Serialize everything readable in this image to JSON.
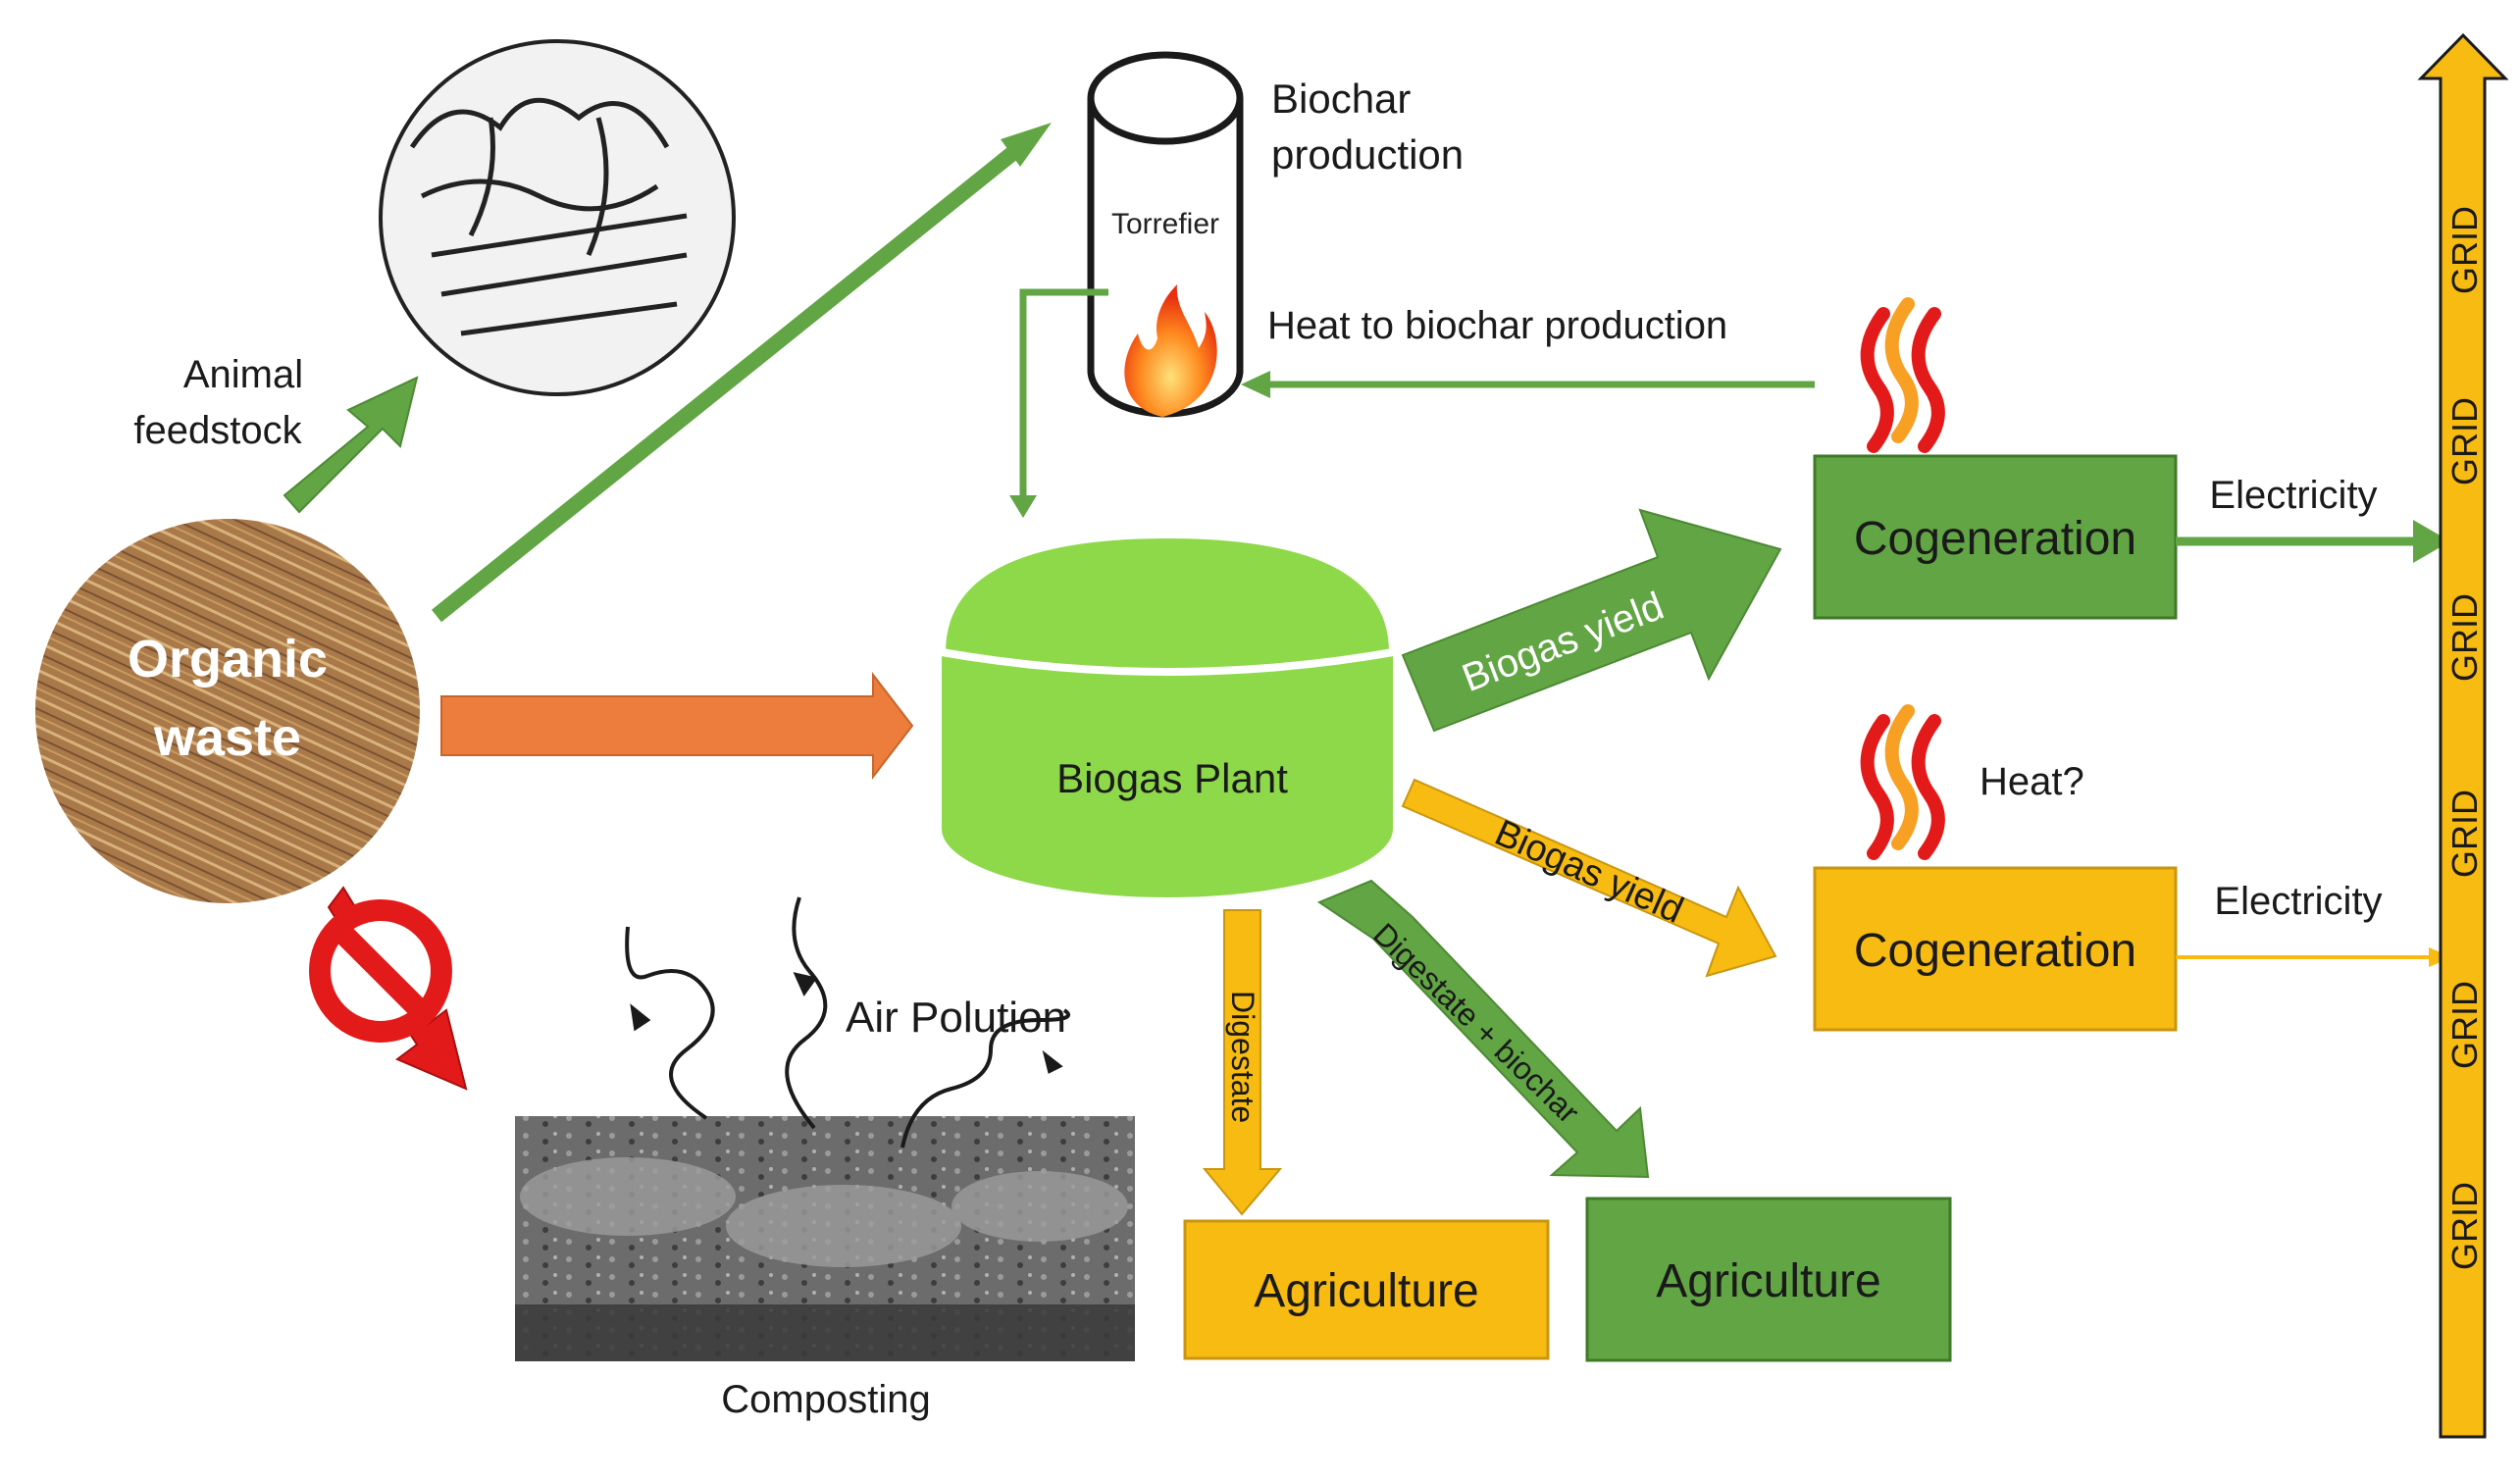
{
  "labels": {
    "organic_waste_line1": "Organic",
    "organic_waste_line2": "waste",
    "animal_feedstock_line1": "Animal",
    "animal_feedstock_line2": "feedstock",
    "torrefier": "Torrefier",
    "biochar_production_line1": "Biochar",
    "biochar_production_line2": "production",
    "heat_to_biochar": "Heat to biochar production",
    "biogas_plant": "Biogas Plant",
    "biogas_yield_top": "Biogas yield",
    "biogas_yield_bottom": "Biogas yield",
    "cogeneration_top": "Cogeneration",
    "cogeneration_bottom": "Cogeneration",
    "electricity_top": "Electricity",
    "electricity_bottom": "Electricity",
    "heat_question": "Heat?",
    "digestate": "Digestate",
    "digestate_biochar": "Digestate + biochar",
    "agriculture_left": "Agriculture",
    "agriculture_right": "Agriculture",
    "air_pollution": "Air Polution",
    "composting": "Composting",
    "grid": [
      "GRID",
      "GRID",
      "GRID",
      "GRID",
      "GRID",
      "GRID"
    ]
  },
  "icons": [
    "flame-icon",
    "heat-waves-icon",
    "prohibited-icon",
    "smoke-swirl-icon"
  ],
  "colors": {
    "green_dark": "#62a544",
    "green_light": "#8ed94a",
    "yellow": "#f7bb12",
    "orange": "#ec7d3c",
    "red": "#e31a1a",
    "brown": "#a9794a",
    "white": "#ffffff",
    "black": "#1a1a1a"
  }
}
